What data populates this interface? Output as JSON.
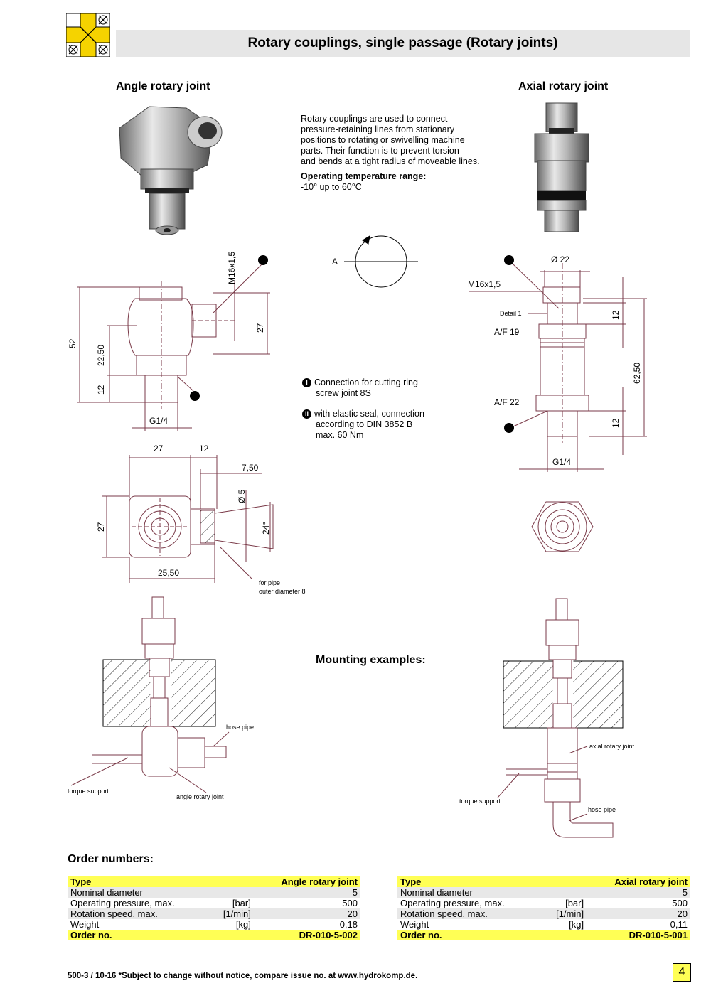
{
  "header": {
    "title": "Rotary couplings, single passage (Rotary joints)"
  },
  "sections": {
    "left_title": "Angle rotary joint",
    "right_title": "Axial rotary joint"
  },
  "intro": {
    "lines": [
      "Rotary couplings are used to connect",
      "pressure-retaining lines from stationary",
      "positions to rotating or swivelling machine",
      "parts. Their function is to prevent torsion",
      "and bends at a tight radius of moveable lines."
    ],
    "temp_label": "Operating temperature range:",
    "temp_value": "-10° up to 60°C"
  },
  "legend": {
    "marker1": "I",
    "item1_lines": [
      "Connection for cutting ring",
      "screw joint 8S"
    ],
    "marker2": "II",
    "item2_lines": [
      "with elastic seal, connection",
      "according to DIN 3852 B",
      "max. 60 Nm"
    ]
  },
  "drawing_labels": {
    "left": {
      "m16": "M16x1,5",
      "d52": "52",
      "d22_50": "22,50",
      "d12": "12",
      "d27": "27",
      "g14": "G1/4",
      "top27": "27",
      "top12": "12",
      "d7_50": "7,50",
      "dia5": "Ø 5",
      "d24deg": "24°",
      "side27": "27",
      "d25_50": "25,50",
      "pipe_note1": "for pipe",
      "pipe_note2": "outer diameter 8"
    },
    "center": {
      "a": "A"
    },
    "right": {
      "dia22": "Ø 22",
      "m16": "M16x1,5",
      "detail": "Detail 1",
      "af19": "A/F 19",
      "af22": "A/F 22",
      "d12a": "12",
      "d62_50": "62,50",
      "d12b": "12",
      "g14": "G1/4"
    }
  },
  "mounting": {
    "title": "Mounting examples:",
    "left": {
      "hose_pipe": "hose pipe",
      "torque_support": "torque support",
      "angle_joint": "angle rotary joint"
    },
    "right": {
      "axial_joint": "axial rotary joint",
      "torque_support": "torque support",
      "hose_pipe": "hose pipe"
    }
  },
  "order": {
    "title": "Order numbers:",
    "tables": [
      {
        "type_label": "Type",
        "type_value": "Angle rotary joint",
        "rows": [
          {
            "label": "Nominal diameter",
            "unit": "",
            "value": "5"
          },
          {
            "label": "Operating pressure, max.",
            "unit": "[bar]",
            "value": "500"
          },
          {
            "label": "Rotation speed, max.",
            "unit": "[1/min]",
            "value": "20"
          },
          {
            "label": "Weight",
            "unit": "[kg]",
            "value": "0,18"
          }
        ],
        "order_label": "Order no.",
        "order_value": "DR-010-5-002"
      },
      {
        "type_label": "Type",
        "type_value": "Axial rotary joint",
        "rows": [
          {
            "label": "Nominal diameter",
            "unit": "",
            "value": "5"
          },
          {
            "label": "Operating pressure, max.",
            "unit": "[bar]",
            "value": "500"
          },
          {
            "label": "Rotation speed, max.",
            "unit": "[1/min]",
            "value": "20"
          },
          {
            "label": "Weight",
            "unit": "[kg]",
            "value": "0,11"
          }
        ],
        "order_label": "Order no.",
        "order_value": "DR-010-5-001"
      }
    ]
  },
  "footer": {
    "text": "500-3 / 10-16  *Subject to change without notice, compare issue no. at www.hydrokomp.de.",
    "page": "4"
  },
  "colors": {
    "accent_yellow": "#ffff55",
    "logo_yellow": "#f5d300",
    "drawing_line": "#7a3a48",
    "title_bar": "#e6e6e6"
  }
}
